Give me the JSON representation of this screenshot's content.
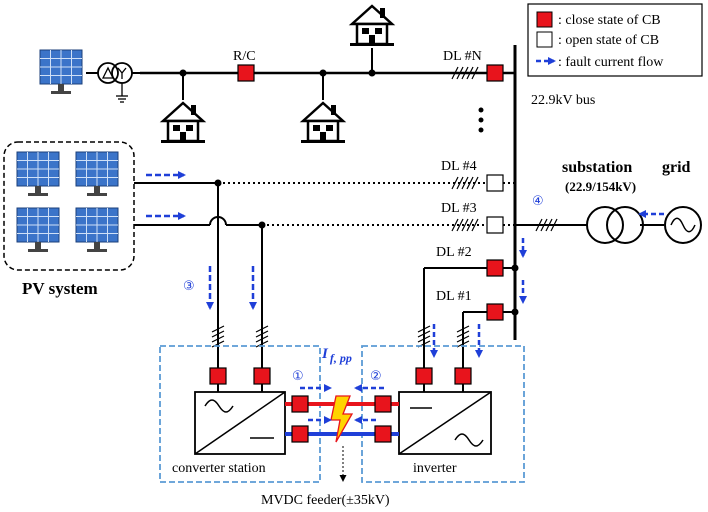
{
  "legend": {
    "closed_label": ": close state of CB",
    "open_label": ": open state of CB",
    "fault_label": ": fault current flow"
  },
  "labels": {
    "rc": "R/C",
    "dl_n": "DL #N",
    "dl_4": "DL #4",
    "dl_3": "DL #3",
    "dl_2": "DL #2",
    "dl_1": "DL #1",
    "bus": "22.9kV bus",
    "substation": "substation",
    "substation_voltage": "(22.9/154kV)",
    "grid": "grid",
    "pv_system": "PV system",
    "converter_station": "converter  station",
    "inverter": "inverter",
    "mvdc_feeder": "MVDC feeder(±35kV)",
    "fault_current": "I",
    "fault_current_sub": "f, pp"
  },
  "markers": [
    "①",
    "②",
    "③",
    "④"
  ],
  "colors": {
    "cb_red": "#e8141c",
    "fault_blue": "#1f3fd8",
    "dc_red": "#e8141c",
    "dc_blue": "#1f3fd8",
    "dashed_box": "#5b9bd5",
    "panel_blue": "#3b74c9"
  },
  "icons": [
    "solar-panel-icon",
    "house-icon",
    "transformer-icon",
    "ac-source-icon",
    "lightning-icon"
  ]
}
